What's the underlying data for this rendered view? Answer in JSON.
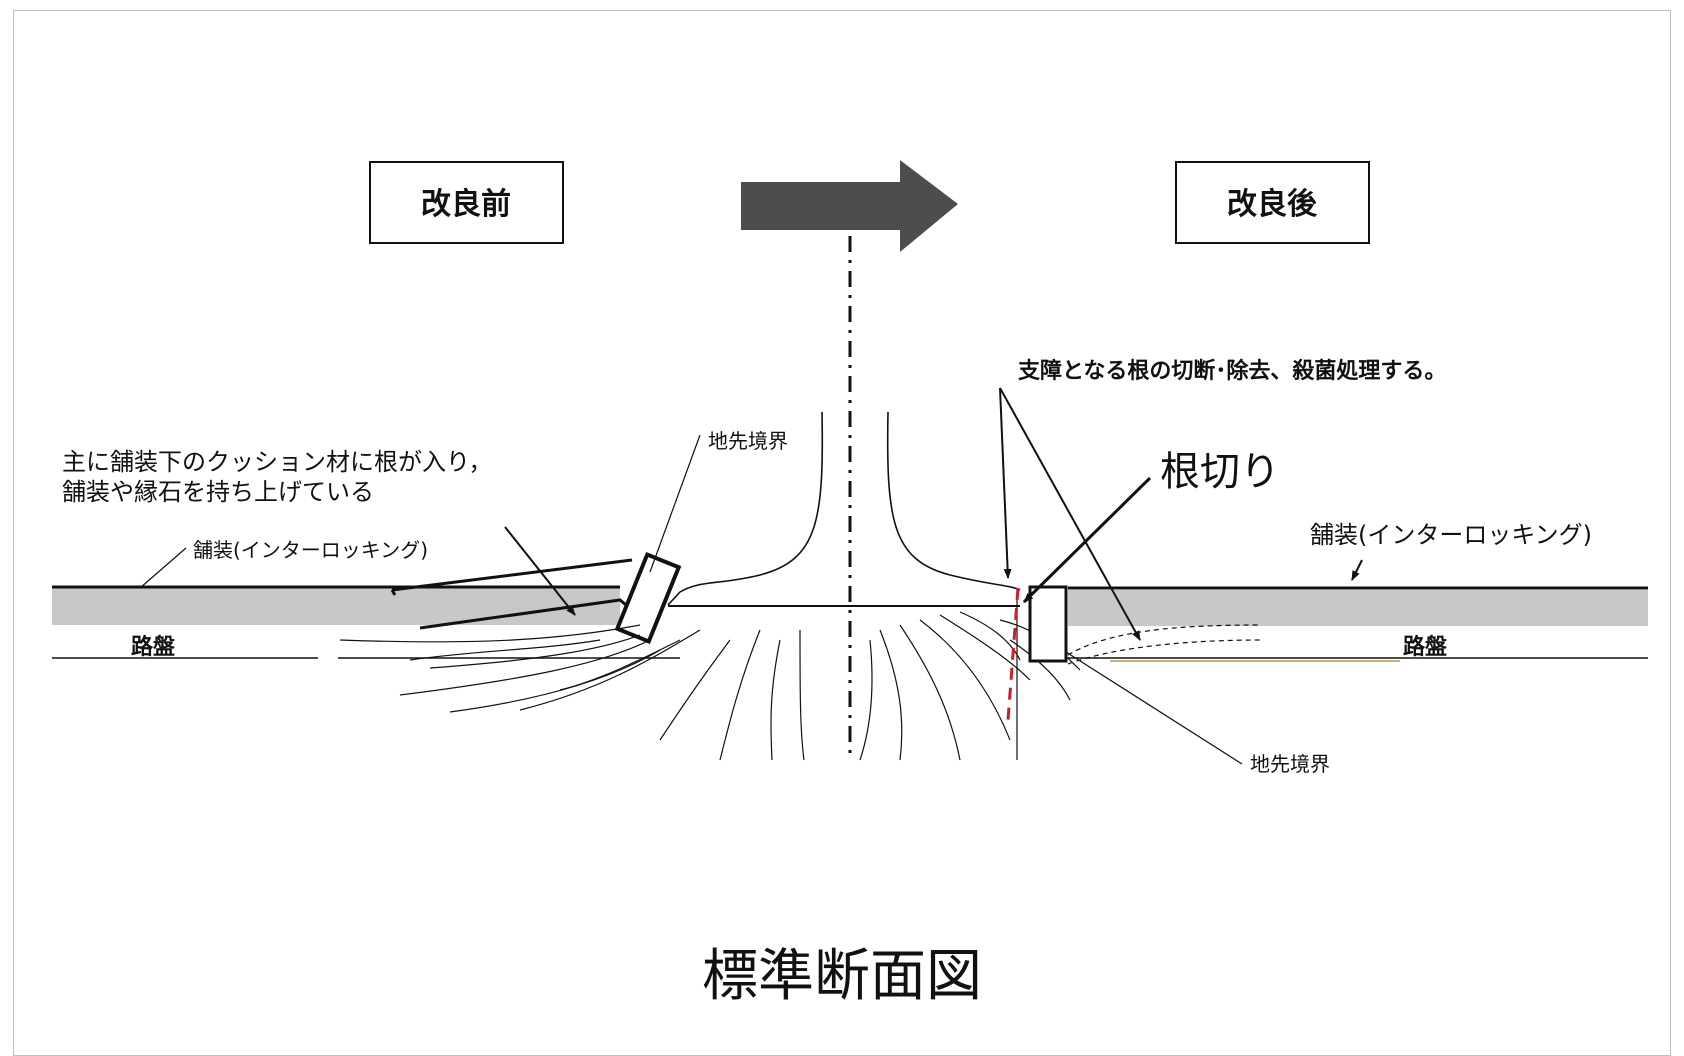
{
  "before_label": "改良前",
  "after_label": "改良後",
  "left_note_line1": "主に舗装下のクッション材に根が入り，",
  "left_note_line2": "舗装や縁石を持ち上げている",
  "left_boundary_label": "地先境界",
  "left_paving_label": "舗装(インターロッキング)",
  "left_base_label": "路盤",
  "right_note": "支障となる根の切断･除去、殺菌処理する。",
  "root_cut_label": "根切り",
  "right_paving_label": "舗装(インターロッキング)",
  "right_base_label": "路盤",
  "right_boundary_label": "地先境界",
  "diagram_title": "標準断面図",
  "colors": {
    "arrow": "#4d4d4d",
    "paving": "#c8c8c8",
    "cut_line": "#c8202a"
  }
}
